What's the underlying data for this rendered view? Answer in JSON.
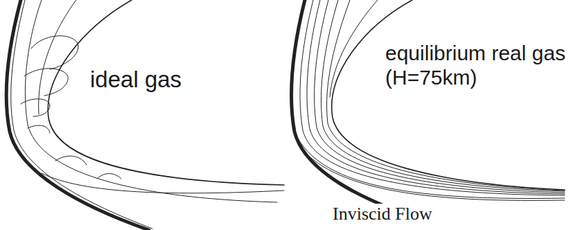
{
  "diagram": {
    "caption": "Inviscid Flow",
    "labels": [
      "ideal gas",
      "equilibrium real gas (H=75km)"
    ]
  }
}
